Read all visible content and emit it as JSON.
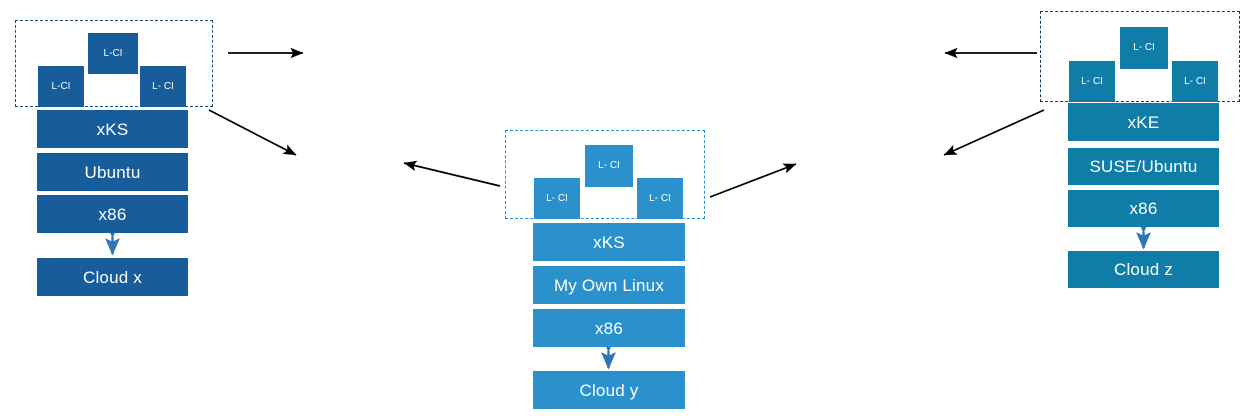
{
  "diagram": {
    "title": "",
    "colors": {
      "stack_left": "#175D9C",
      "stack_middle": "#2A91CC",
      "stack_right": "#0F7DA8",
      "dashed_left": "#1F4E79",
      "dashed_middle": "#2A91CC",
      "dashed_right": "#1B3A57",
      "arrow_black": "#000000",
      "arrow_blue": "#2E75B6",
      "text": "#FFFFFF",
      "background": "#FFFFFF"
    },
    "stacks": [
      {
        "id": "left",
        "name": "cloud-x-stack",
        "ci_group": {
          "label": "ci-group-left",
          "boxes": [
            {
              "label": "L-CI",
              "position": "top"
            },
            {
              "label": "L-CI",
              "position": "bottom-left"
            },
            {
              "label": "L- CI",
              "position": "bottom-right"
            }
          ]
        },
        "layers": [
          {
            "label": "xKS"
          },
          {
            "label": "Ubuntu"
          },
          {
            "label": "x86"
          }
        ],
        "platform": {
          "label": "Cloud x"
        },
        "connector": "double-arrow-vertical"
      },
      {
        "id": "middle",
        "name": "cloud-y-stack",
        "ci_group": {
          "label": "ci-group-middle",
          "boxes": [
            {
              "label": "L- CI",
              "position": "top"
            },
            {
              "label": "L- CI",
              "position": "bottom-left"
            },
            {
              "label": "L- CI",
              "position": "bottom-right"
            }
          ]
        },
        "layers": [
          {
            "label": "xKS"
          },
          {
            "label": "My Own Linux"
          },
          {
            "label": "x86"
          }
        ],
        "platform": {
          "label": "Cloud y"
        },
        "connector": "double-arrow-vertical"
      },
      {
        "id": "right",
        "name": "cloud-z-stack",
        "ci_group": {
          "label": "ci-group-right",
          "boxes": [
            {
              "label": "L- CI",
              "position": "top"
            },
            {
              "label": "L- CI",
              "position": "bottom-left"
            },
            {
              "label": "L- CI",
              "position": "bottom-right"
            }
          ]
        },
        "layers": [
          {
            "label": "xKE"
          },
          {
            "label": "SUSE/Ubuntu"
          },
          {
            "label": "x86"
          }
        ],
        "platform": {
          "label": "Cloud z"
        },
        "connector": "double-arrow-vertical"
      }
    ],
    "arrows": [
      {
        "name": "arrow-left-group-horizontal-right",
        "from": "ci-group-left",
        "direction": "right"
      },
      {
        "name": "arrow-left-group-diagonal-down-right",
        "from": "ci-group-left",
        "direction": "down-right"
      },
      {
        "name": "arrow-middle-group-diagonal-up-left",
        "from": "ci-group-middle",
        "direction": "up-left"
      },
      {
        "name": "arrow-middle-group-diagonal-up-right",
        "from": "ci-group-middle",
        "direction": "up-right"
      },
      {
        "name": "arrow-right-group-horizontal-left",
        "from": "ci-group-right",
        "direction": "left"
      },
      {
        "name": "arrow-right-group-diagonal-down-left",
        "from": "ci-group-right",
        "direction": "down-left"
      }
    ]
  }
}
